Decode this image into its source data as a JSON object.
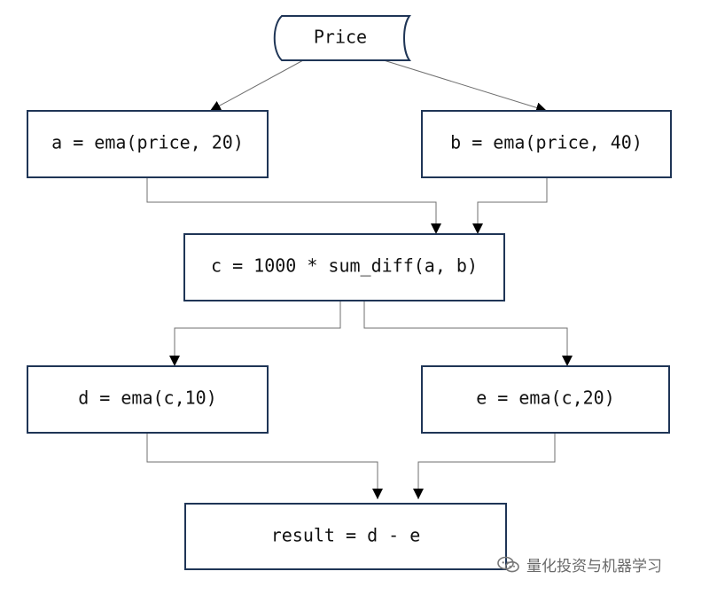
{
  "diagram": {
    "nodes": {
      "price": "Price",
      "a": "a = ema(price, 20)",
      "b": "b = ema(price, 40)",
      "c": "c = 1000 * sum_diff(a, b)",
      "d": "d = ema(c,10)",
      "e": "e = ema(c,20)",
      "result": "result = d - e"
    }
  },
  "watermark": {
    "icon": "wechat-icon",
    "text": "量化投资与机器学习"
  },
  "colors": {
    "box_border": "#1f3556",
    "edge": "#6f6f6f",
    "text": "#111111"
  }
}
